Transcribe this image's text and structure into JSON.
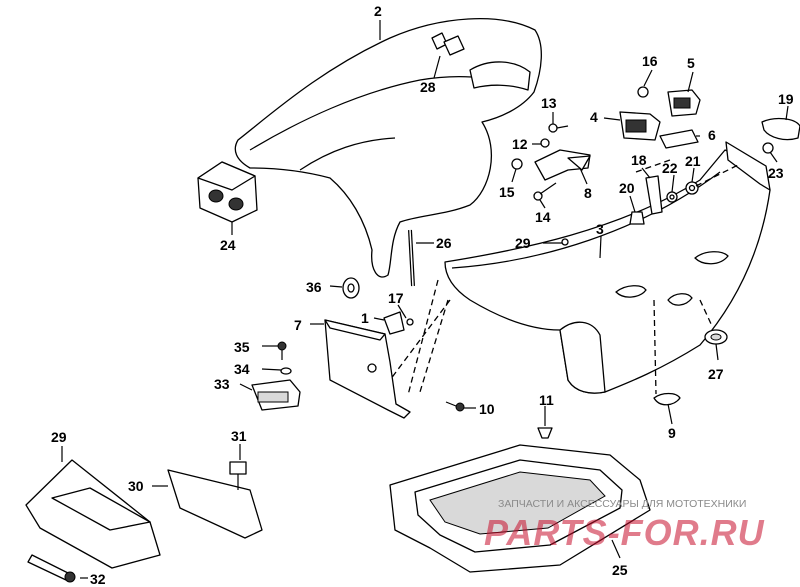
{
  "callouts": [
    {
      "id": "c2",
      "text": "2"
    },
    {
      "id": "c28",
      "text": "28"
    },
    {
      "id": "c16",
      "text": "16"
    },
    {
      "id": "c5",
      "text": "5"
    },
    {
      "id": "c13",
      "text": "13"
    },
    {
      "id": "c4",
      "text": "4"
    },
    {
      "id": "c6",
      "text": "6"
    },
    {
      "id": "c19",
      "text": "19"
    },
    {
      "id": "c12",
      "text": "12"
    },
    {
      "id": "c18",
      "text": "18"
    },
    {
      "id": "c22",
      "text": "22"
    },
    {
      "id": "c21",
      "text": "21"
    },
    {
      "id": "c23",
      "text": "23"
    },
    {
      "id": "c15",
      "text": "15"
    },
    {
      "id": "c8",
      "text": "8"
    },
    {
      "id": "c20",
      "text": "20"
    },
    {
      "id": "c14",
      "text": "14"
    },
    {
      "id": "c24",
      "text": "24"
    },
    {
      "id": "c26",
      "text": "26"
    },
    {
      "id": "c29a",
      "text": "29"
    },
    {
      "id": "c3",
      "text": "3"
    },
    {
      "id": "c36",
      "text": "36"
    },
    {
      "id": "c17",
      "text": "17"
    },
    {
      "id": "c1",
      "text": "1"
    },
    {
      "id": "c7",
      "text": "7"
    },
    {
      "id": "c35",
      "text": "35"
    },
    {
      "id": "c34",
      "text": "34"
    },
    {
      "id": "c33",
      "text": "33"
    },
    {
      "id": "c10",
      "text": "10"
    },
    {
      "id": "c27",
      "text": "27"
    },
    {
      "id": "c11",
      "text": "11"
    },
    {
      "id": "c9",
      "text": "9"
    },
    {
      "id": "c29b",
      "text": "29"
    },
    {
      "id": "c31",
      "text": "31"
    },
    {
      "id": "c30",
      "text": "30"
    },
    {
      "id": "c25",
      "text": "25"
    },
    {
      "id": "c32",
      "text": "32"
    }
  ],
  "watermark": {
    "tagline": "ЗАПЧАСТИ И АКСЕССУАРЫ ДЛЯ МОТОТЕХНИКИ",
    "brand": "PARTS-FOR.RU",
    "color": "#c8102e"
  }
}
